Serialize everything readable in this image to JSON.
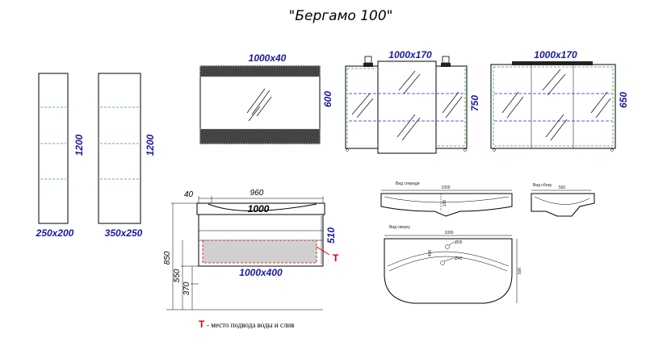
{
  "title": "\"Бергамо 100\"",
  "pencil_cases": {
    "small": {
      "height": "1200",
      "size": "250x200"
    },
    "large": {
      "height": "1200",
      "size": "350x250"
    }
  },
  "mirror": {
    "width_label": "1000x40",
    "height": "600"
  },
  "mirror_cabinet_lamps": {
    "width_label": "1000x170",
    "height": "750"
  },
  "mirror_cabinet_led": {
    "width_label": "1000x170",
    "height": "650"
  },
  "vanity": {
    "offset": "40",
    "body_width": "960",
    "basin_width": "1000",
    "size": "1000x400",
    "height": "510",
    "floor_total": "850",
    "floor_mid": "550",
    "floor_low": "370",
    "service_mark": "T"
  },
  "basin_front": {
    "view_label": "Вид спереди",
    "width": "1000",
    "depth": "130"
  },
  "basin_side": {
    "view_label": "Вид сбоку",
    "depth": "500"
  },
  "basin_top": {
    "view_label": "Вид сверху",
    "width": "1000",
    "hole_tap": "Ø35",
    "hole_drain": "Ø42",
    "offset": "400",
    "depth": "500"
  },
  "legend": {
    "mark": "T",
    "text": "- место подвода воды и слив"
  },
  "colors": {
    "dimension": "#1a1a9c",
    "shelf": "#3aa83a",
    "glass_shelf": "#2233bb",
    "service": "#e00000"
  }
}
